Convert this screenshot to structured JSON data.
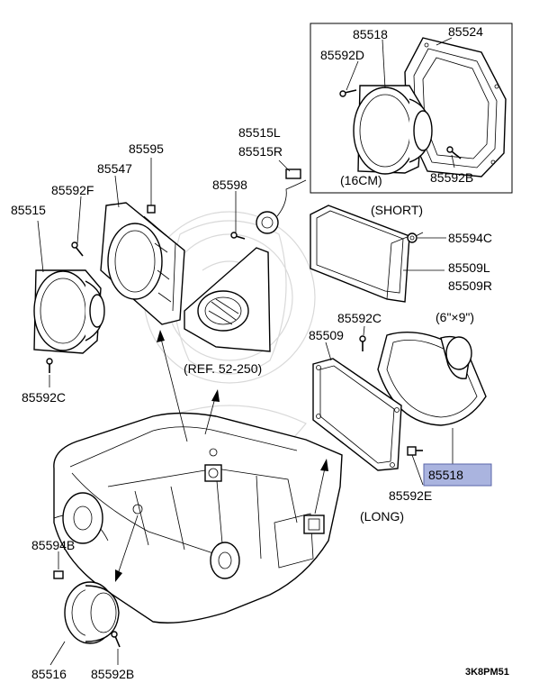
{
  "diagram": {
    "part_labels": [
      {
        "id": "p85518_top",
        "text": "85518"
      },
      {
        "id": "p85524",
        "text": "85524"
      },
      {
        "id": "p85592D",
        "text": "85592D"
      },
      {
        "id": "p85592B_top",
        "text": "85592B"
      },
      {
        "id": "p85515L",
        "text": "85515L"
      },
      {
        "id": "p85515R",
        "text": "85515R"
      },
      {
        "id": "p85595",
        "text": "85595"
      },
      {
        "id": "p85547",
        "text": "85547"
      },
      {
        "id": "p85598",
        "text": "85598"
      },
      {
        "id": "p85592F",
        "text": "85592F"
      },
      {
        "id": "p85515",
        "text": "85515"
      },
      {
        "id": "p85594C",
        "text": "85594C"
      },
      {
        "id": "p85509L",
        "text": "85509L"
      },
      {
        "id": "p85509R",
        "text": "85509R"
      },
      {
        "id": "p85592C_mid",
        "text": "85592C"
      },
      {
        "id": "p85509",
        "text": "85509"
      },
      {
        "id": "p85592C_left",
        "text": "85592C"
      },
      {
        "id": "p85518_highlight",
        "text": "85518"
      },
      {
        "id": "p85592E",
        "text": "85592E"
      },
      {
        "id": "p85594B",
        "text": "85594B"
      },
      {
        "id": "p85516",
        "text": "85516"
      },
      {
        "id": "p85592B_bottom",
        "text": "85592B"
      }
    ],
    "notes": {
      "size_16cm": "(16CM)",
      "short": "(SHORT)",
      "size_6x9": "(6\"×9\")",
      "long": "(LONG)",
      "ref": "(REF. 52-250)"
    },
    "diagram_code": "3K8PM51",
    "highlight_color": "#aab4df"
  }
}
